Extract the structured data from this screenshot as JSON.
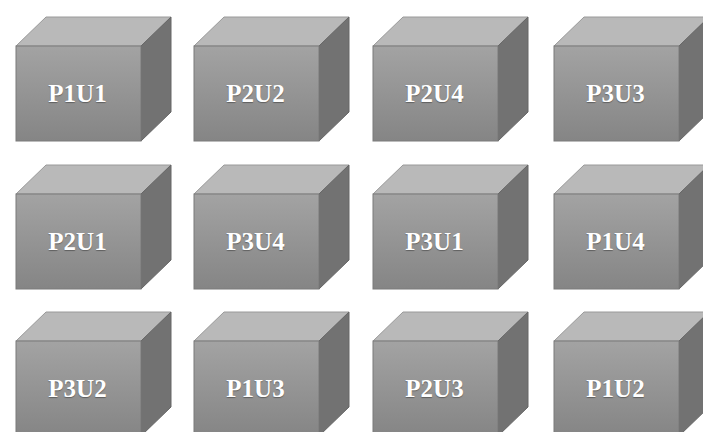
{
  "diagram": {
    "nodes": [
      {
        "text": [
          "P1U1"
        ]
      },
      {
        "text": [
          "P2U2"
        ]
      },
      {
        "text": [
          "P2U4"
        ]
      },
      {
        "text": [
          "P3U3"
        ]
      },
      {
        "text": [
          "P2U1"
        ]
      },
      {
        "text": [
          "P3U4"
        ]
      },
      {
        "text": [
          "P3U1"
        ]
      },
      {
        "text": [
          "P1U4"
        ]
      },
      {
        "text": [
          "P3U2"
        ]
      },
      {
        "text": [
          "P1U3"
        ]
      },
      {
        "text": [
          "P2U3"
        ]
      },
      {
        "text": [
          "P1U2"
        ]
      }
    ]
  }
}
